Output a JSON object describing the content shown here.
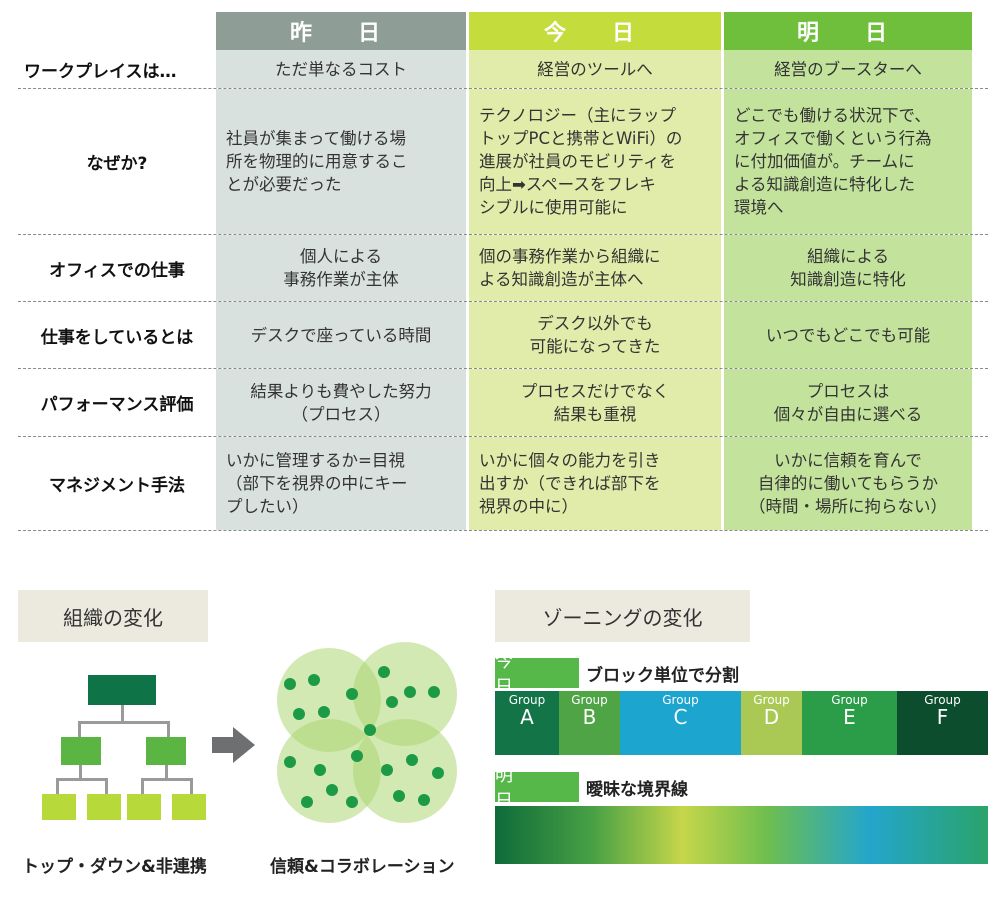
{
  "table": {
    "headers": [
      "昨　日",
      "今　日",
      "明　日"
    ],
    "rows": [
      {
        "label": "ワークプレイスは…",
        "yesterday": "ただ単なるコスト",
        "today": "経営のツールへ",
        "tomorrow": "経営のブースターへ"
      },
      {
        "label": "なぜか?",
        "yesterday": "社員が集まって働ける場\n所を物理的に用意するこ\nとが必要だった",
        "today": "テクノロジー（主にラップ\nトップPCと携帯とWiFi）の\n進展が社員のモビリティを\n向上➡スペースをフレキ\nシブルに使用可能に",
        "tomorrow": "どこでも働ける状況下で、\nオフィスで働くという行為\nに付加価値が。チームに\nよる知識創造に特化した\n環境へ"
      },
      {
        "label": "オフィスでの仕事",
        "yesterday": "個人による\n事務作業が主体",
        "today": "個の事務作業から組織に\nよる知識創造が主体へ",
        "tomorrow": "組織による\n知識創造に特化"
      },
      {
        "label": "仕事をしているとは",
        "yesterday": "デスクで座っている時間",
        "today": "デスク以外でも\n可能になってきた",
        "tomorrow": "いつでもどこでも可能"
      },
      {
        "label": "パフォーマンス評価",
        "yesterday": "結果よりも費やした努力\n（プロセス）",
        "today": "プロセスだけでなく\n結果も重視",
        "tomorrow": "プロセスは\n個々が自由に選べる"
      },
      {
        "label": "マネジメント手法",
        "yesterday": "いかに管理するか=目視\n（部下を視界の中にキー\nプしたい）",
        "today": "いかに個々の能力を引き\n出すか（できれば部下を\n視界の中に）",
        "tomorrow": "いかに信頼を育んで\n自律的に働いてもらうか\n（時間・場所に拘らない）"
      }
    ]
  },
  "org_change": {
    "title": "組織の変化",
    "left_caption": "トップ・ダウン&非連携",
    "right_caption": "信頼&コラボレーション"
  },
  "zoning_change": {
    "title": "ゾーニングの変化",
    "today_tag": "今　日",
    "today_label": "ブロック単位で分割",
    "groups": [
      {
        "word": "Group",
        "letter": "A",
        "color": "#127447"
      },
      {
        "word": "Group",
        "letter": "B",
        "color": "#4fa446"
      },
      {
        "word": "Group",
        "letter": "C",
        "color": "#1ba5cf"
      },
      {
        "word": "Group",
        "letter": "D",
        "color": "#a9c954"
      },
      {
        "word": "Group",
        "letter": "E",
        "color": "#2b9d49"
      },
      {
        "word": "Group",
        "letter": "F",
        "color": "#0b4d2d"
      }
    ],
    "tomorrow_tag": "明　日",
    "tomorrow_label": "曖昧な境界線"
  }
}
